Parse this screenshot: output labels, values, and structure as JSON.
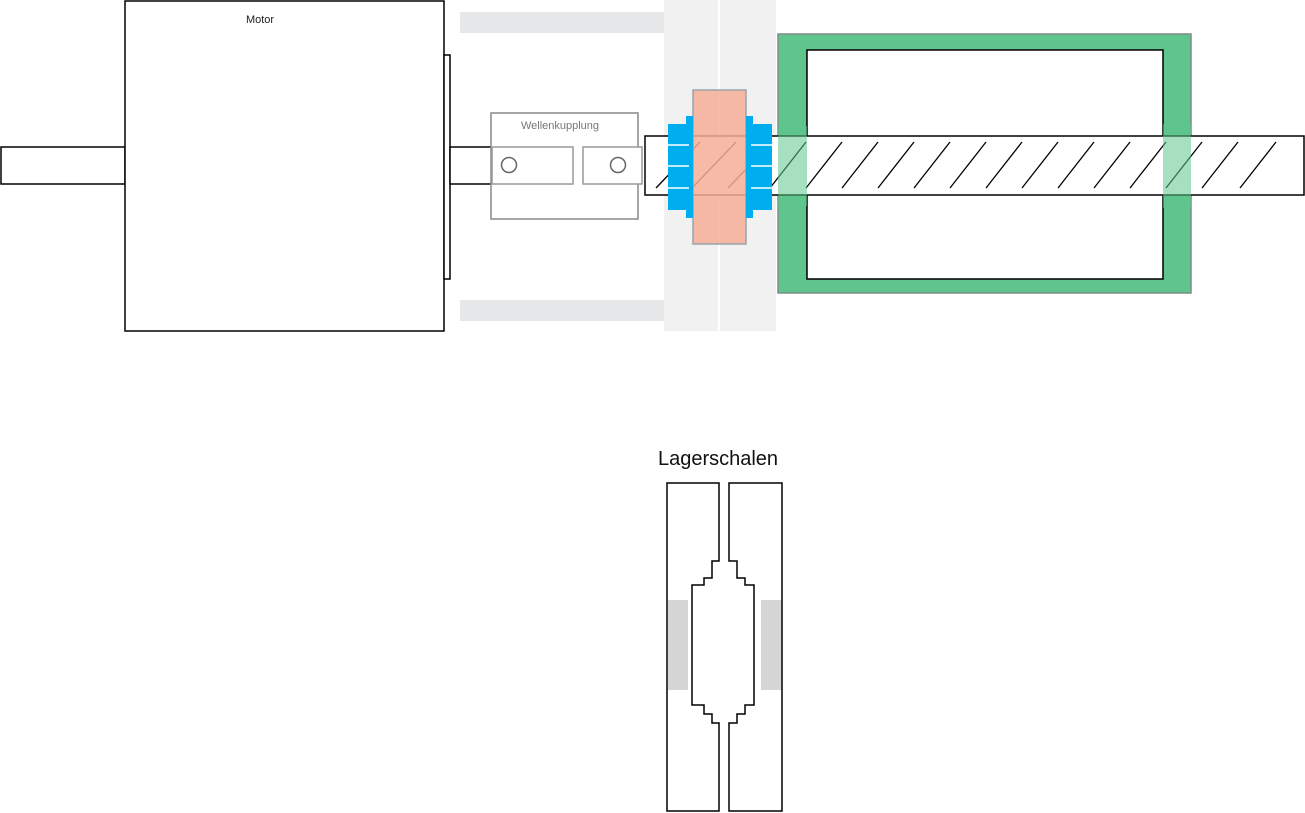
{
  "labels": {
    "motor": "Motor",
    "coupling": "Wellenkupplung",
    "bearing_shells": "Lagerschalen"
  },
  "colors": {
    "outline": "#000000",
    "coupling_outline": "#888888",
    "guide_rail": "#e6e7e8",
    "bearing_block": "#f1f1f2",
    "bearing_insert": "#f4ae97",
    "bearing_insert_edge": "#9aa3ad",
    "clip": "#00aeef",
    "frame": "#5ec68d",
    "frame_edge": "#7f8c86",
    "shell_gray": "#d6d6d6"
  }
}
